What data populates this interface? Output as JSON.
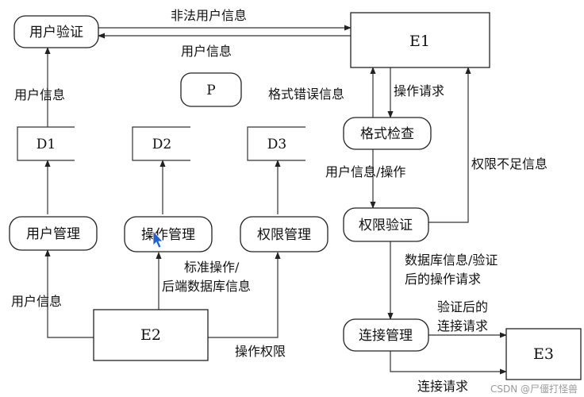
{
  "processes": {
    "user_verify": "用户验证",
    "p": "P",
    "format_check": "格式检查",
    "perm_verify": "权限验证",
    "user_mgmt": "用户管理",
    "op_mgmt": "操作管理",
    "perm_mgmt": "权限管理",
    "conn_mgmt": "连接管理"
  },
  "stores": {
    "d1": "D1",
    "d2": "D2",
    "d3": "D3"
  },
  "entities": {
    "e1": "E1",
    "e2": "E2",
    "e3": "E3"
  },
  "flows": {
    "illegal_user_info": "非法用户信息",
    "user_info_top": "用户信息",
    "user_info_left": "用户信息",
    "format_error_info": "格式错误信息",
    "op_request": "操作请求",
    "user_info_op": "用户信息/操作",
    "insufficient_perm": "权限不足信息",
    "std_op_line1": "标准操作/",
    "std_op_line2": "后端数据库信息",
    "db_info_line1": "数据库信息/验证",
    "db_info_line2": "后的操作请求",
    "user_info_bottom": "用户信息",
    "op_perm": "操作权限",
    "verified_line1": "验证后的",
    "verified_line2": "连接请求",
    "conn_request": "连接请求"
  },
  "watermark": "CSDN @尸僵打怪兽"
}
